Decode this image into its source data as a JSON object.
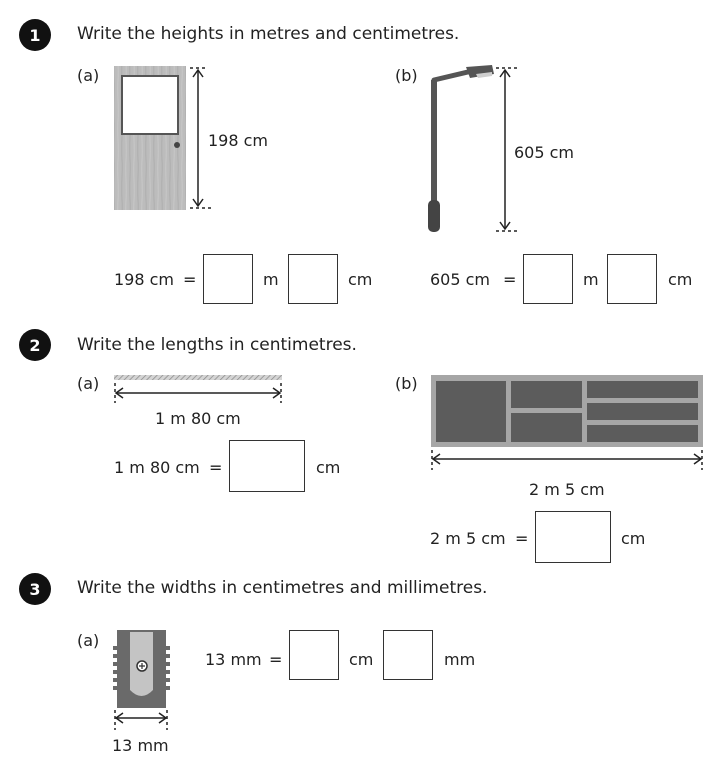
{
  "q1": {
    "number": "1",
    "instruction": "Write the heights in metres and centimetres.",
    "a": {
      "label": "(a)",
      "measure": "198 cm",
      "eq_left": "198 cm",
      "eq_sign": "=",
      "unit1": "m",
      "unit2": "cm",
      "answer1": "",
      "answer2": ""
    },
    "b": {
      "label": "(b)",
      "measure": "605 cm",
      "eq_left": "605 cm",
      "eq_sign": "=",
      "unit1": "m",
      "unit2": "cm",
      "answer1": "",
      "answer2": ""
    }
  },
  "q2": {
    "number": "2",
    "instruction": "Write the lengths in centimetres.",
    "a": {
      "label": "(a)",
      "measure": "1 m 80 cm",
      "eq_left": "1 m 80 cm",
      "eq_sign": "=",
      "unit1": "cm",
      "answer1": ""
    },
    "b": {
      "label": "(b)",
      "measure": "2 m 5 cm",
      "eq_left": "2 m 5 cm",
      "eq_sign": "=",
      "unit1": "cm",
      "answer1": ""
    }
  },
  "q3": {
    "number": "3",
    "instruction": "Write the widths in centimetres and millimetres.",
    "a": {
      "label": "(a)",
      "measure": "13 mm",
      "eq_left": "13 mm",
      "eq_sign": "=",
      "unit1": "cm",
      "unit2": "mm",
      "answer1": "",
      "answer2": ""
    }
  },
  "colors": {
    "badge": "#111111",
    "door": "#b9b9b9",
    "lamp": "#555555",
    "shelf": "#5c5c5c",
    "shelf_frame": "#a6a6a6"
  }
}
